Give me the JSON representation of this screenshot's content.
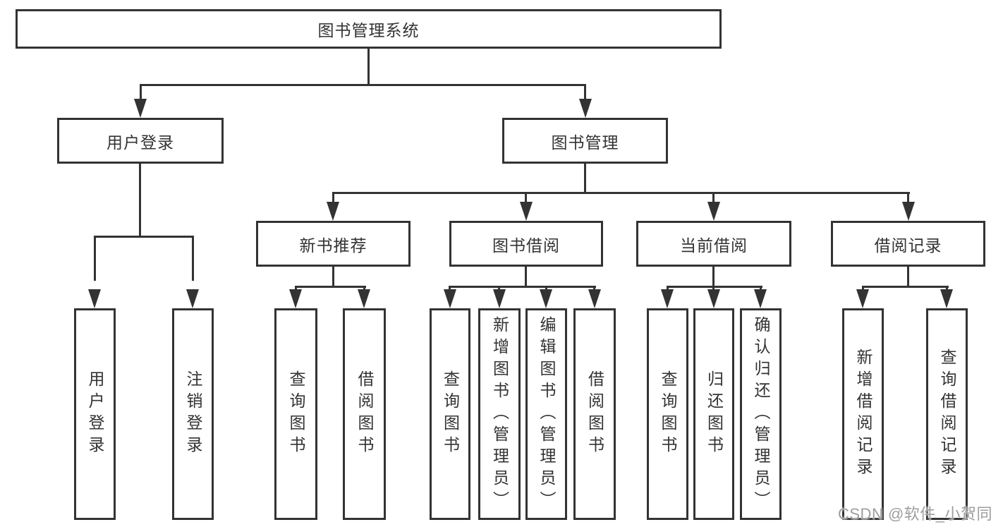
{
  "tree": {
    "root": {
      "label": "图书管理系统",
      "children": [
        {
          "label": "用户登录",
          "children": [
            {
              "label": "用户登录"
            },
            {
              "label": "注销登录"
            }
          ]
        },
        {
          "label": "图书管理",
          "children": [
            {
              "label": "新书推荐",
              "children": [
                {
                  "label": "查询图书"
                },
                {
                  "label": "借阅图书"
                }
              ]
            },
            {
              "label": "图书借阅",
              "children": [
                {
                  "label": "查询图书"
                },
                {
                  "label": "新增图书（管理员）"
                },
                {
                  "label": "编辑图书（管理员）"
                },
                {
                  "label": "借阅图书"
                }
              ]
            },
            {
              "label": "当前借阅",
              "children": [
                {
                  "label": "查询图书"
                },
                {
                  "label": "归还图书"
                },
                {
                  "label": "确认归还（管理员）"
                }
              ]
            },
            {
              "label": "借阅记录",
              "children": [
                {
                  "label": "新增借阅记录"
                },
                {
                  "label": "查询借阅记录"
                }
              ]
            }
          ]
        }
      ]
    }
  },
  "watermark": {
    "text": "CSDN @软件_小贺同学"
  },
  "colors": {
    "line": "#333333",
    "box_border": "#333333",
    "box_fill": "#ffffff",
    "text": "#333333",
    "background": "#ffffff",
    "watermark": "#9d9d9d"
  }
}
